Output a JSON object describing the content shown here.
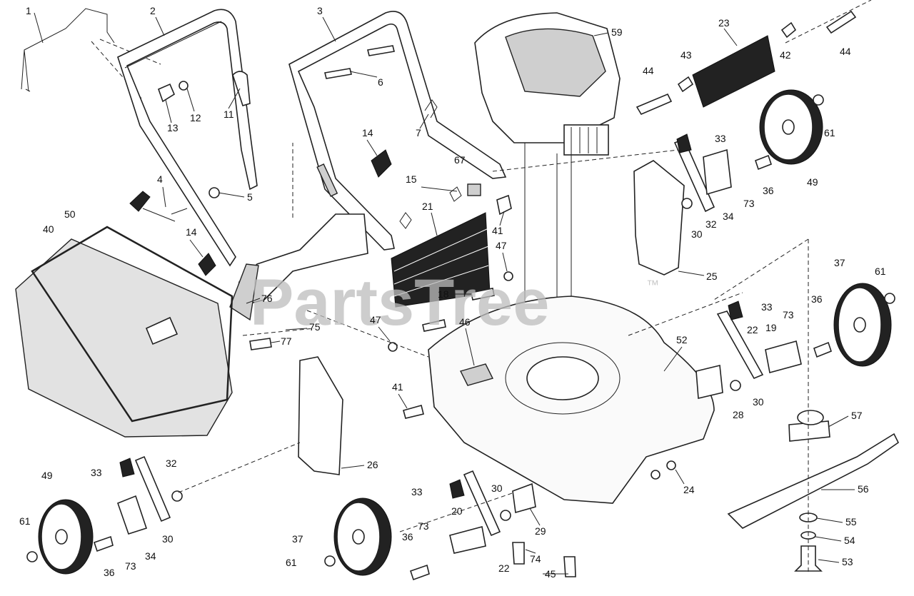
{
  "watermark": {
    "text": "PartsTree",
    "trademark": "™"
  },
  "parts": [
    {
      "id": "p1",
      "label": "1"
    },
    {
      "id": "p2",
      "label": "2"
    },
    {
      "id": "p3",
      "label": "3"
    },
    {
      "id": "p4",
      "label": "4"
    },
    {
      "id": "p5",
      "label": "5"
    },
    {
      "id": "p6",
      "label": "6"
    },
    {
      "id": "p7",
      "label": "7"
    },
    {
      "id": "p11",
      "label": "11"
    },
    {
      "id": "p12",
      "label": "12"
    },
    {
      "id": "p13",
      "label": "13"
    },
    {
      "id": "p14a",
      "label": "14"
    },
    {
      "id": "p14b",
      "label": "14"
    },
    {
      "id": "p15",
      "label": "15"
    },
    {
      "id": "p18",
      "label": "18"
    },
    {
      "id": "p19",
      "label": "19"
    },
    {
      "id": "p20",
      "label": "20"
    },
    {
      "id": "p21",
      "label": "21"
    },
    {
      "id": "p22a",
      "label": "22"
    },
    {
      "id": "p22b",
      "label": "22"
    },
    {
      "id": "p23",
      "label": "23"
    },
    {
      "id": "p24",
      "label": "24"
    },
    {
      "id": "p25",
      "label": "25"
    },
    {
      "id": "p26",
      "label": "26"
    },
    {
      "id": "p28",
      "label": "28"
    },
    {
      "id": "p29",
      "label": "29"
    },
    {
      "id": "p30a",
      "label": "30"
    },
    {
      "id": "p30b",
      "label": "30"
    },
    {
      "id": "p30c",
      "label": "30"
    },
    {
      "id": "p30d",
      "label": "30"
    },
    {
      "id": "p32a",
      "label": "32"
    },
    {
      "id": "p32b",
      "label": "32"
    },
    {
      "id": "p33a",
      "label": "33"
    },
    {
      "id": "p33b",
      "label": "33"
    },
    {
      "id": "p33c",
      "label": "33"
    },
    {
      "id": "p33d",
      "label": "33"
    },
    {
      "id": "p34a",
      "label": "34"
    },
    {
      "id": "p34b",
      "label": "34"
    },
    {
      "id": "p36a",
      "label": "36"
    },
    {
      "id": "p36b",
      "label": "36"
    },
    {
      "id": "p36c",
      "label": "36"
    },
    {
      "id": "p36d",
      "label": "36"
    },
    {
      "id": "p37a",
      "label": "37"
    },
    {
      "id": "p37b",
      "label": "37"
    },
    {
      "id": "p40",
      "label": "40"
    },
    {
      "id": "p41a",
      "label": "41"
    },
    {
      "id": "p41b",
      "label": "41"
    },
    {
      "id": "p42",
      "label": "42"
    },
    {
      "id": "p43",
      "label": "43"
    },
    {
      "id": "p44a",
      "label": "44"
    },
    {
      "id": "p44b",
      "label": "44"
    },
    {
      "id": "p45",
      "label": "45"
    },
    {
      "id": "p46",
      "label": "46"
    },
    {
      "id": "p47a",
      "label": "47"
    },
    {
      "id": "p47b",
      "label": "47"
    },
    {
      "id": "p49a",
      "label": "49"
    },
    {
      "id": "p49b",
      "label": "49"
    },
    {
      "id": "p50",
      "label": "50"
    },
    {
      "id": "p52",
      "label": "52"
    },
    {
      "id": "p53",
      "label": "53"
    },
    {
      "id": "p54",
      "label": "54"
    },
    {
      "id": "p55",
      "label": "55"
    },
    {
      "id": "p56",
      "label": "56"
    },
    {
      "id": "p57",
      "label": "57"
    },
    {
      "id": "p59",
      "label": "59"
    },
    {
      "id": "p61a",
      "label": "61"
    },
    {
      "id": "p61b",
      "label": "61"
    },
    {
      "id": "p61c",
      "label": "61"
    },
    {
      "id": "p61d",
      "label": "61"
    },
    {
      "id": "p67",
      "label": "67"
    },
    {
      "id": "p73a",
      "label": "73"
    },
    {
      "id": "p73b",
      "label": "73"
    },
    {
      "id": "p73c",
      "label": "73"
    },
    {
      "id": "p73d",
      "label": "73"
    },
    {
      "id": "p74",
      "label": "74"
    },
    {
      "id": "p75",
      "label": "75"
    },
    {
      "id": "p76",
      "label": "76"
    },
    {
      "id": "p77",
      "label": "77"
    }
  ]
}
